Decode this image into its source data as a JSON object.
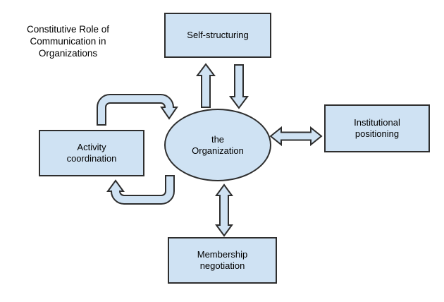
{
  "diagram": {
    "title": "Constitutive Role of\nCommunication in\nOrganizations",
    "nodes": {
      "center": "the\nOrganization",
      "top": "Self-structuring",
      "right": "Institutional\npositioning",
      "bottom": "Membership\nnegotiation",
      "left": "Activity\ncoordination"
    },
    "connections": [
      {
        "between": "the Organization and Self-structuring",
        "style": "pair of one-way block arrows, one pointing up and one pointing down"
      },
      {
        "between": "the Organization and Institutional positioning",
        "style": "horizontal double-headed block arrow"
      },
      {
        "between": "the Organization and Membership negotiation",
        "style": "vertical double-headed block arrow"
      },
      {
        "between": "the Organization and Activity coordination",
        "style": "pair of bent block arrows forming a clockwise loop"
      }
    ],
    "colors": {
      "shape_fill": "#cfe2f3",
      "shape_outline": "#2e2e2e",
      "text": "#000000",
      "background": "#ffffff"
    }
  }
}
